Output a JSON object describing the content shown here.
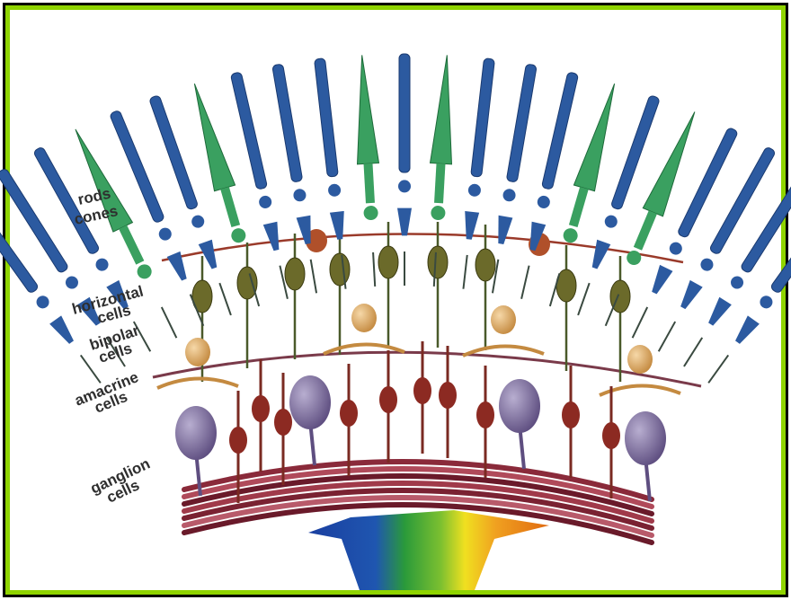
{
  "labels": {
    "rods": "rods",
    "cones": "cones",
    "horizontal_1": "horizontal",
    "horizontal_2": "cells",
    "bipolar_1": "bipolar",
    "bipolar_2": "cells",
    "amacrine_1": "amacrine",
    "amacrine_2": "cells",
    "ganglion_1": "ganglion",
    "ganglion_2": "cells"
  },
  "colors": {
    "frame_border": "#8fd400",
    "rod": "#2c5aa0",
    "cone": "#3aa060",
    "horizontal_cell": "#6b6a2a",
    "bipolar_cell": "#e0b070",
    "amacrine_cell": "#8c2a22",
    "ganglion_cell": "#8a7aa8",
    "nerve_layer": "#8a2a3a",
    "light_spectrum": [
      "#1a3fa0",
      "#2a9a3a",
      "#f0e020",
      "#e06a10"
    ]
  },
  "icons": [
    "photoreceptor-rod-icon",
    "photoreceptor-cone-icon",
    "light-spectrum-arrow-icon"
  ]
}
